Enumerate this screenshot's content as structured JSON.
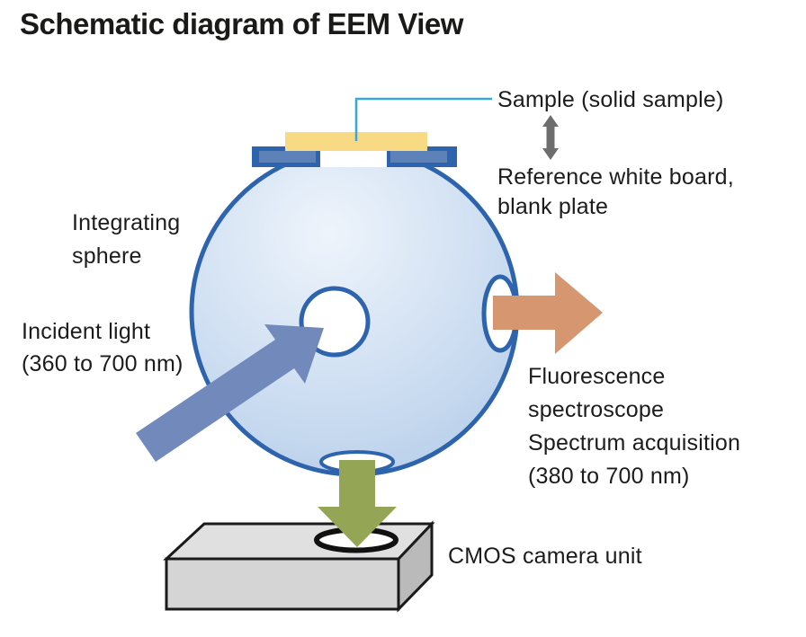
{
  "title": "Schematic diagram of EEM View",
  "labels": {
    "sample": "Sample (solid sample)",
    "reference": {
      "line1": "Reference white board,",
      "line2": "blank plate"
    },
    "integrating": {
      "line1": "Integrating",
      "line2": "sphere"
    },
    "incident": {
      "line1": "Incident light",
      "line2": "(360 to 700 nm)"
    },
    "fluorescence": {
      "line1": "Fluorescence",
      "line2": "spectroscope",
      "line3": "Spectrum acquisition",
      "line4": "(380 to 700 nm)"
    },
    "cmos": "CMOS camera unit"
  },
  "colors": {
    "outline_blue": "#2d64ad",
    "sphere_light": "#eef4fb",
    "sphere_dark": "#b3cce8",
    "plate_frame": "#2d64ad",
    "plate_inner": "#5c82b8",
    "sample_fill": "#f8da84",
    "callout_line": "#35a8dd",
    "incident_arrow": "#7289bb",
    "fluorescence_arrow": "#d6966f",
    "detector_arrow": "#95a556",
    "swap_arrow": "#6d6d6d",
    "box_top": "#e0e0e0",
    "box_front": "#d5d5d5",
    "box_side": "#bababa",
    "box_outline": "#1a1a1a",
    "port_hole_black": "#111111",
    "white": "#ffffff",
    "text": "#1c1c1c"
  }
}
